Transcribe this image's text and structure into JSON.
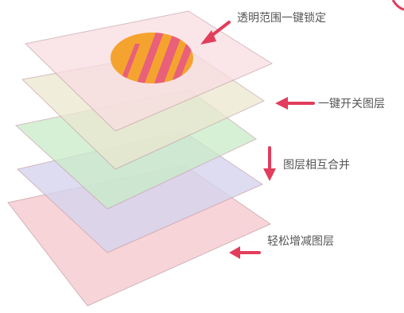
{
  "labels": {
    "lock_transparency": "透明范围一键锁定",
    "toggle_layer": "一键开关图层",
    "merge_layers": "图层相互合并",
    "add_remove_layers": "轻松增减图层"
  },
  "colors": {
    "layer_top": "#f9dde2",
    "layer_second": "#ece7d0",
    "layer_third": "#c9ecc8",
    "layer_fourth": "#d6d4ee",
    "layer_bottom": "#f6cdd2",
    "layer_edge": "#c9a6ad",
    "oval_fill": "#f5a32f",
    "oval_stripe": "#e8607a",
    "arrow": "#e23d5c",
    "text": "#555555"
  },
  "icons": {
    "arrow_diagonal": "arrow-down-left-icon",
    "arrow_left": "arrow-left-icon",
    "arrow_down": "arrow-down-icon"
  }
}
